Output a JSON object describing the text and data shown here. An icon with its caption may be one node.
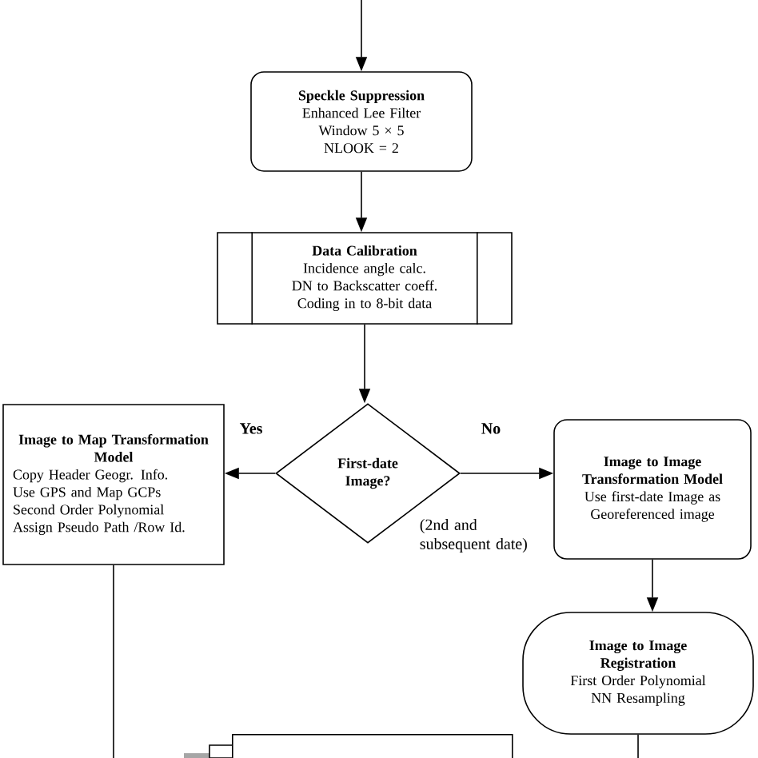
{
  "diagram": {
    "nodes": [
      {
        "text": [
          "Speckle Suppression",
          "Enhanced Lee Filter",
          "Window   5 × 5",
          "NLOOK = 2"
        ]
      },
      {
        "text": [
          "Data Calibration",
          "Incidence angle calc.",
          "DN to Backscatter coeff.",
          "Coding in to 8-bit data"
        ]
      },
      {
        "text": [
          "First-date Image?"
        ]
      },
      {
        "text": [
          "Image to Map Transformation Model",
          "Copy Header Geogr. Info.",
          "Use GPS and Map GCPs",
          "Second Order Polynomial",
          "Assign Pseudo Path /Row Id."
        ]
      },
      {
        "text": [
          "Image to Image Transformation Model",
          "Use first-date Image as Georeferenced image"
        ]
      },
      {
        "text": [
          "Image to Image Registration",
          "First Order Polynomial",
          "NN Resampling"
        ]
      },
      {
        "text": [],
        "shape": "box"
      }
    ],
    "edges": [
      {
        "from": null,
        "to": 0,
        "arrow": "to"
      },
      {
        "from": 0,
        "to": 1,
        "arrow": "to"
      },
      {
        "from": 1,
        "to": 2,
        "arrow": "to"
      },
      {
        "from": 2,
        "to": 3,
        "arrow": "to",
        "label": "Yes"
      },
      {
        "from": 2,
        "to": 4,
        "arrow": "to",
        "label": "No"
      },
      {
        "from": 4,
        "to": 5,
        "arrow": "to"
      },
      {
        "from": 3,
        "to": null,
        "arrow": "none"
      },
      {
        "from": 5,
        "to": null,
        "arrow": "none"
      }
    ],
    "labels": [
      "(2nd and subsequent date)"
    ]
  }
}
